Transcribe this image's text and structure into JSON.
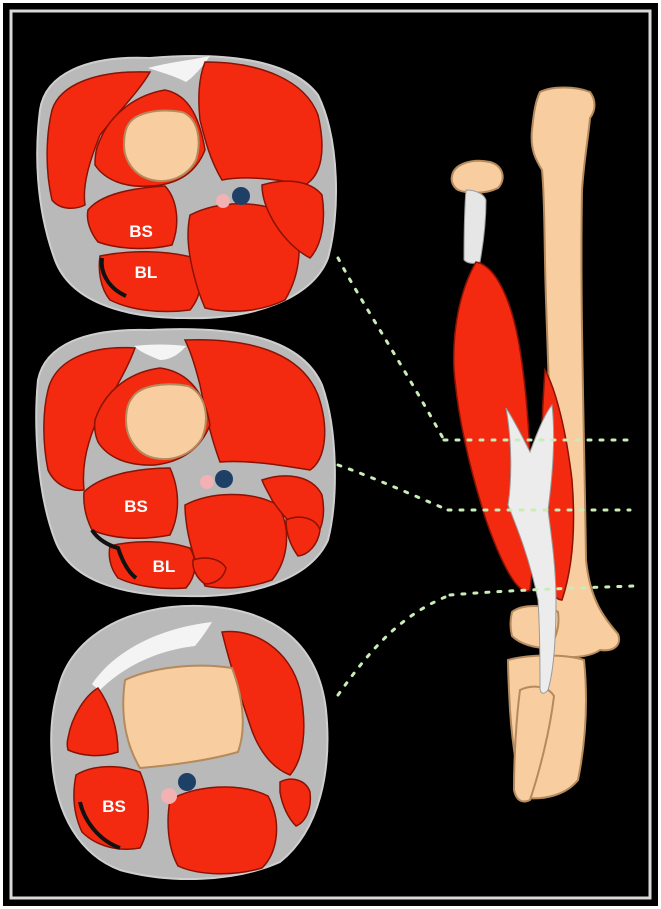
{
  "colors": {
    "background": "#000000",
    "frame": "#d8d8d8",
    "muscle": "#f42a10",
    "muscle_edge": "#8a1204",
    "bone": "#f8cda0",
    "bone_edge": "#b58a5c",
    "tendon": "#e6e6e6",
    "skin": "#b9b9b9",
    "artery": "#f2b1b3",
    "vein": "#1e3f66",
    "level_line": "#c9ecb8"
  },
  "icons": [
    "calf-cross-section",
    "tibia-bone",
    "fibula-bone",
    "ankle-bone",
    "calf-muscle",
    "achilles-tendon"
  ],
  "sections": [
    {
      "labels": [
        "BS",
        "BL"
      ]
    },
    {
      "labels": [
        "BS",
        "BL"
      ]
    },
    {
      "labels": [
        "BS"
      ]
    }
  ]
}
